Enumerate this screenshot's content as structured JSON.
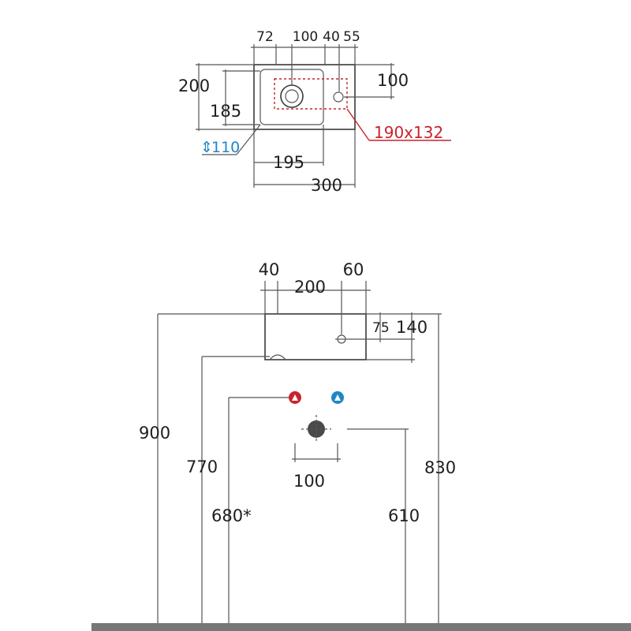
{
  "top_view": {
    "dims_top": [
      "72",
      "100",
      "40",
      "55"
    ],
    "dim_left_outer": "200",
    "dim_left_inner": "185",
    "dim_right": "100",
    "dim_depth": "110",
    "dim_bottom_inner": "195",
    "dim_bottom_total": "300",
    "cutout": "190x132"
  },
  "front_view": {
    "dim_left_gap": "40",
    "dim_top_width": "200",
    "dim_right_gap": "60",
    "dim_tap_height": "75",
    "dim_basin_height": "140",
    "dim_total_height": "900",
    "dim_basin_bottom": "770",
    "dim_supply_height": "680*",
    "dim_waste_spacing": "100",
    "dim_right_total": "830",
    "dim_waste_height": "610"
  },
  "colors": {
    "hot": "#c8232c",
    "cold": "#1f86c7",
    "floor": "#777777"
  }
}
